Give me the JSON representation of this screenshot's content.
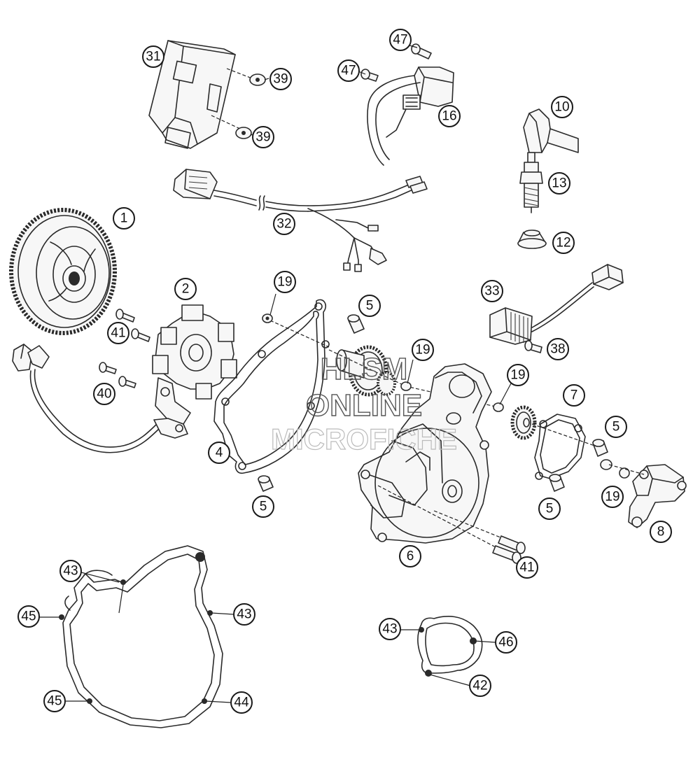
{
  "watermark": {
    "line1": "HLSM",
    "line2": "ONLINE",
    "line3": "MICROFICHE"
  },
  "callouts": [
    {
      "id": "c31",
      "label": "31"
    },
    {
      "id": "c39a",
      "label": "39"
    },
    {
      "id": "c39b",
      "label": "39"
    },
    {
      "id": "c47a",
      "label": "47"
    },
    {
      "id": "c47b",
      "label": "47"
    },
    {
      "id": "c16",
      "label": "16"
    },
    {
      "id": "c10",
      "label": "10"
    },
    {
      "id": "c13",
      "label": "13"
    },
    {
      "id": "c12",
      "label": "12"
    },
    {
      "id": "c32",
      "label": "32"
    },
    {
      "id": "c1",
      "label": "1"
    },
    {
      "id": "c2",
      "label": "2"
    },
    {
      "id": "c41a",
      "label": "41"
    },
    {
      "id": "c40",
      "label": "40"
    },
    {
      "id": "c19a",
      "label": "19"
    },
    {
      "id": "c5a",
      "label": "5"
    },
    {
      "id": "c19b",
      "label": "19"
    },
    {
      "id": "c33",
      "label": "33"
    },
    {
      "id": "c38",
      "label": "38"
    },
    {
      "id": "c19c",
      "label": "19"
    },
    {
      "id": "c7",
      "label": "7"
    },
    {
      "id": "c5b",
      "label": "5"
    },
    {
      "id": "c4",
      "label": "4"
    },
    {
      "id": "c5c",
      "label": "5"
    },
    {
      "id": "c5d",
      "label": "5"
    },
    {
      "id": "c19d",
      "label": "19"
    },
    {
      "id": "c8",
      "label": "8"
    },
    {
      "id": "c6",
      "label": "6"
    },
    {
      "id": "c41b",
      "label": "41"
    },
    {
      "id": "c43a",
      "label": "43"
    },
    {
      "id": "c45a",
      "label": "45"
    },
    {
      "id": "c43b",
      "label": "43"
    },
    {
      "id": "c45b",
      "label": "45"
    },
    {
      "id": "c44",
      "label": "44"
    },
    {
      "id": "c43c",
      "label": "43"
    },
    {
      "id": "c46",
      "label": "46"
    },
    {
      "id": "c42",
      "label": "42"
    }
  ]
}
